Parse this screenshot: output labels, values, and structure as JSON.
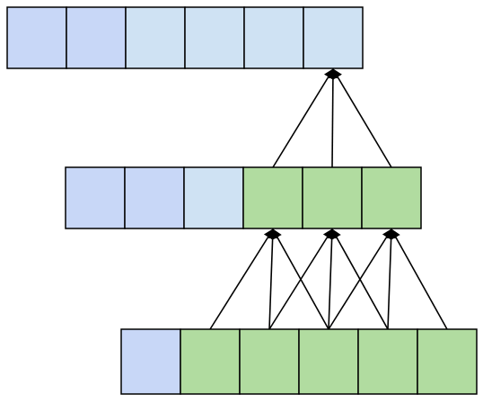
{
  "diagram": {
    "rows": [
      {
        "name": "top-row",
        "cells": [
          "blue",
          "blue",
          "light-blue",
          "light-blue",
          "light-blue",
          "light-blue"
        ]
      },
      {
        "name": "middle-row",
        "cells": [
          "blue",
          "blue",
          "light-blue",
          "green",
          "green",
          "green"
        ]
      },
      {
        "name": "bottom-row",
        "cells": [
          "blue",
          "green",
          "green",
          "green",
          "green",
          "green"
        ]
      }
    ],
    "connections": [
      {
        "from_row": 1,
        "from_cell": 3,
        "to_row": 0,
        "to_cell": 5
      },
      {
        "from_row": 1,
        "from_cell": 4,
        "to_row": 0,
        "to_cell": 5
      },
      {
        "from_row": 1,
        "from_cell": 5,
        "to_row": 0,
        "to_cell": 5
      },
      {
        "from_row": 2,
        "from_cell": 1,
        "to_row": 1,
        "to_cell": 3
      },
      {
        "from_row": 2,
        "from_cell": 2,
        "to_row": 1,
        "to_cell": 3
      },
      {
        "from_row": 2,
        "from_cell": 3,
        "to_row": 1,
        "to_cell": 3
      },
      {
        "from_row": 2,
        "from_cell": 2,
        "to_row": 1,
        "to_cell": 4
      },
      {
        "from_row": 2,
        "from_cell": 3,
        "to_row": 1,
        "to_cell": 4
      },
      {
        "from_row": 2,
        "from_cell": 4,
        "to_row": 1,
        "to_cell": 4
      },
      {
        "from_row": 2,
        "from_cell": 3,
        "to_row": 1,
        "to_cell": 5
      },
      {
        "from_row": 2,
        "from_cell": 4,
        "to_row": 1,
        "to_cell": 5
      },
      {
        "from_row": 2,
        "from_cell": 5,
        "to_row": 1,
        "to_cell": 5
      }
    ],
    "colors": {
      "blue": "#c8d7f7",
      "light-blue": "#cfe2f3",
      "green": "#b1dca0",
      "stroke": "#000000",
      "arrow": "#000000"
    }
  }
}
